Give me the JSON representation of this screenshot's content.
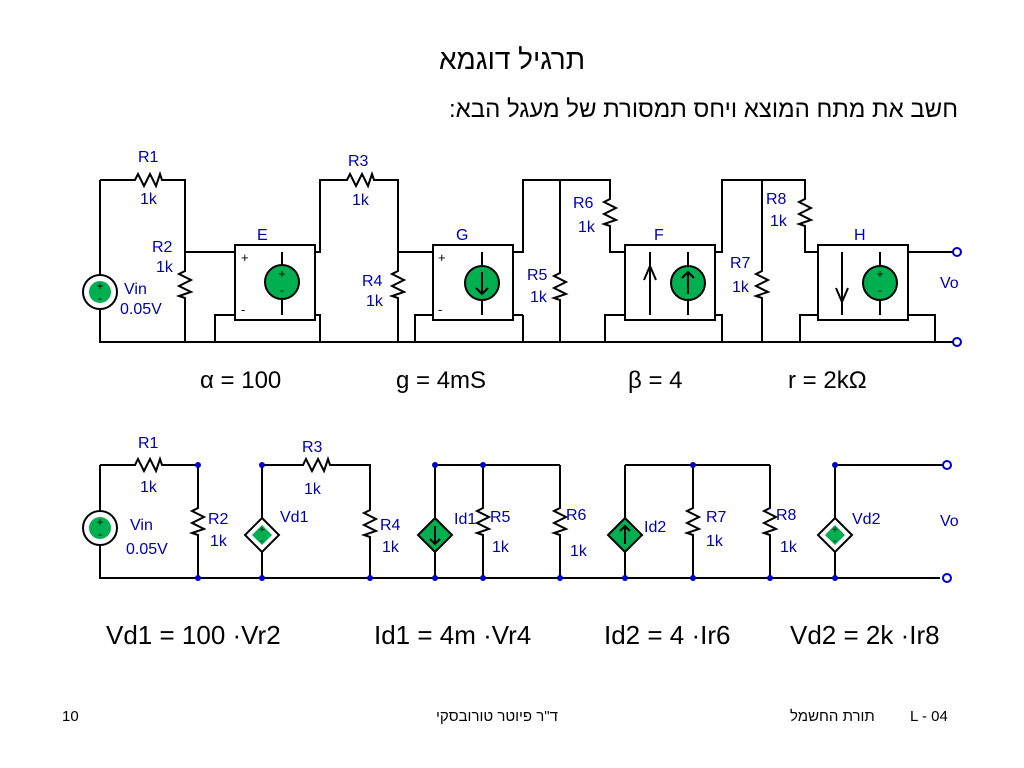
{
  "title": "תרגיל דוגמא",
  "subtitle": "חשב את מתח המוצא ויחס תמסורת של מעגל הבא:",
  "circuit1": {
    "resistors": [
      {
        "name": "R1",
        "value": "1k"
      },
      {
        "name": "R2",
        "value": "1k"
      },
      {
        "name": "R3",
        "value": "1k"
      },
      {
        "name": "R4",
        "value": "1k"
      },
      {
        "name": "R5",
        "value": "1k"
      },
      {
        "name": "R6",
        "value": "1k"
      },
      {
        "name": "R7",
        "value": "1k"
      },
      {
        "name": "R8",
        "value": "1k"
      }
    ],
    "source": {
      "name": "Vin",
      "value": "0.05V"
    },
    "blocks": [
      "E",
      "G",
      "F",
      "H"
    ],
    "output": "Vo",
    "params": [
      "α = 100",
      "g = 4mS",
      "β = 4",
      "r = 2kΩ"
    ]
  },
  "circuit2": {
    "resistors": [
      {
        "name": "R1",
        "value": "1k"
      },
      {
        "name": "R2",
        "value": "1k"
      },
      {
        "name": "R3",
        "value": "1k"
      },
      {
        "name": "R4",
        "value": "1k"
      },
      {
        "name": "R5",
        "value": "1k"
      },
      {
        "name": "R6",
        "value": "1k"
      },
      {
        "name": "R7",
        "value": "1k"
      },
      {
        "name": "R8",
        "value": "1k"
      }
    ],
    "source": {
      "name": "Vin",
      "value": "0.05V"
    },
    "dependent": [
      "Vd1",
      "Id1",
      "Id2",
      "Vd2"
    ],
    "output": "Vo"
  },
  "equations": [
    "Vd1 = 100 ·Vr2",
    "Id1 = 4m ·Vr4",
    "Id2 = 4 ·Ir6",
    "Vd2 = 2k ·Ir8"
  ],
  "footer": {
    "page": "10",
    "author": "ד\"ר פיוטר טורובסקי",
    "course": "תורת החשמל",
    "lecture": "L - 04"
  }
}
